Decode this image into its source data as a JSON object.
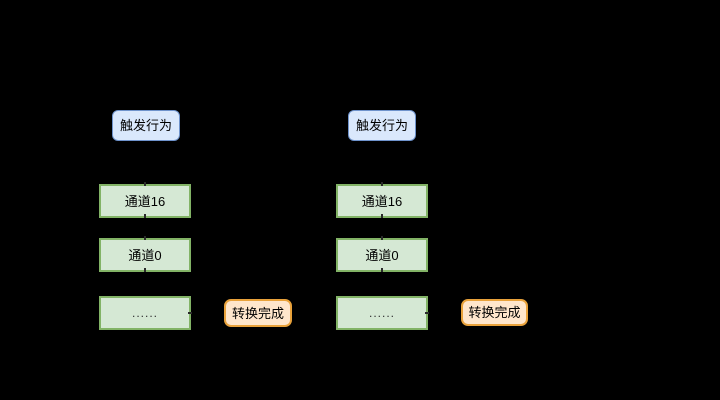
{
  "background_color": "#000000",
  "colors": {
    "trigger_fill": "#dae8fc",
    "trigger_stroke": "#6f93cc",
    "channel_fill": "#d5e8d4",
    "channel_stroke": "#82b366",
    "done_fill": "#ffe6cc",
    "done_stroke": "#e9a23b",
    "text": "#000000",
    "connector_tick": "#2a2a2a"
  },
  "diagram": {
    "columns": [
      {
        "trigger_label": "触发行为",
        "channels": [
          "通道16",
          "通道0",
          "......"
        ],
        "done_label": "转换完成"
      },
      {
        "trigger_label": "触发行为",
        "channels": [
          "通道16",
          "通道0",
          "......"
        ],
        "done_label": "转换完成"
      }
    ]
  }
}
